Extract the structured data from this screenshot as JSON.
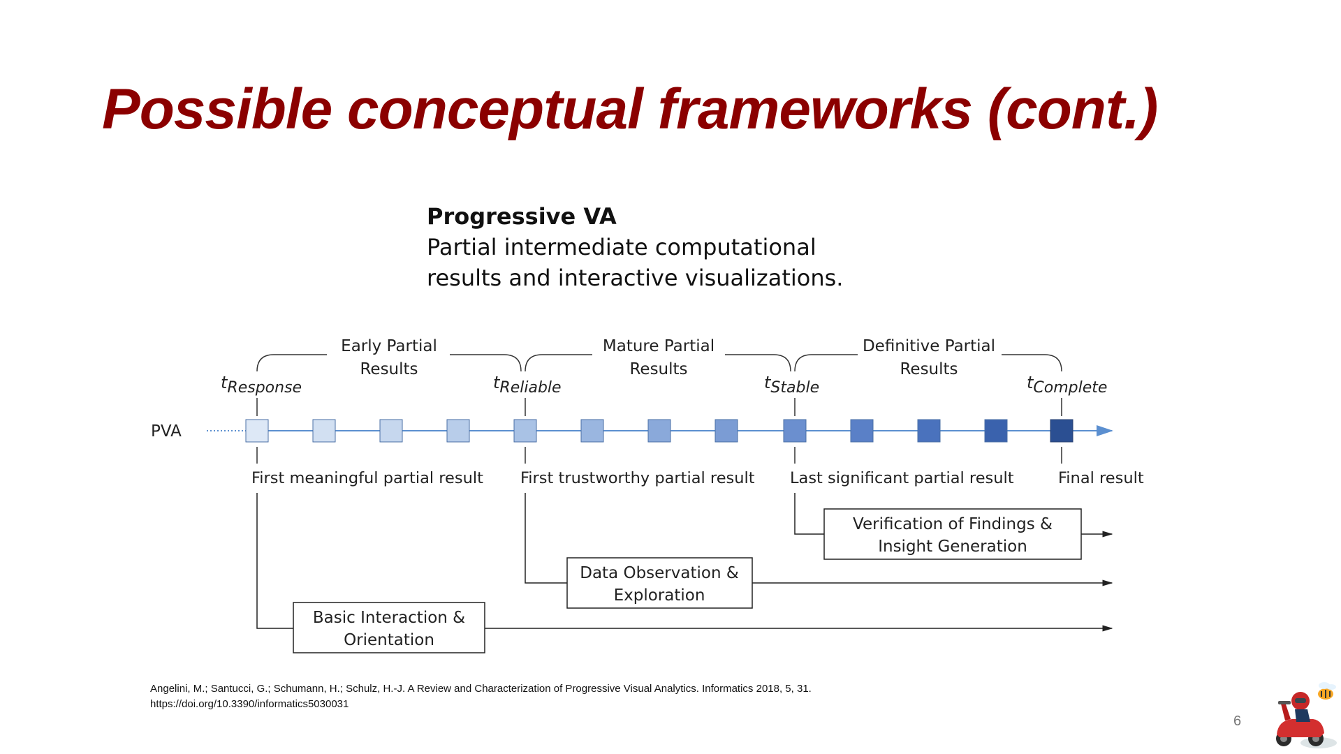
{
  "slide": {
    "title": "Possible conceptual frameworks (cont.)",
    "intro": {
      "heading": "Progressive VA",
      "lines": [
        "Partial intermediate computational",
        "results and interactive visualizations."
      ]
    },
    "page_number": "6"
  },
  "diagram": {
    "row_label": "PVA",
    "phases": [
      {
        "line1": "Early Partial",
        "line2": "Results"
      },
      {
        "line1": "Mature Partial",
        "line2": "Results"
      },
      {
        "line1": "Definitive Partial",
        "line2": "Results"
      }
    ],
    "milestones": [
      {
        "t": "t",
        "sub": "Response",
        "label": "First meaningful partial result"
      },
      {
        "t": "t",
        "sub": "Reliable",
        "label": "First trustworthy partial result"
      },
      {
        "t": "t",
        "sub": "Stable",
        "label": "Last significant partial result"
      },
      {
        "t": "t",
        "sub": "Complete",
        "label": "Final result"
      }
    ],
    "box_colors": [
      "#dde8f6",
      "#d2e0f2",
      "#c6d7ee",
      "#b8cdea",
      "#a9c2e5",
      "#9ab6e0",
      "#8aa9da",
      "#7b9cd4",
      "#6b8fcf",
      "#5a80c7",
      "#4a72bd",
      "#3a62ad",
      "#2b4f92"
    ],
    "activities": [
      {
        "line1": "Verification of Findings &",
        "line2": "Insight Generation"
      },
      {
        "line1": "Data Observation &",
        "line2": "Exploration"
      },
      {
        "line1": "Basic Interaction &",
        "line2": "Orientation"
      }
    ]
  },
  "citation": {
    "line1": "Angelini, M.; Santucci, G.; Schumann, H.; Schulz, H.-J. A Review and Characterization of Progressive Visual Analytics. Informatics 2018, 5, 31.",
    "line2": "https://doi.org/10.3390/informatics5030031"
  }
}
